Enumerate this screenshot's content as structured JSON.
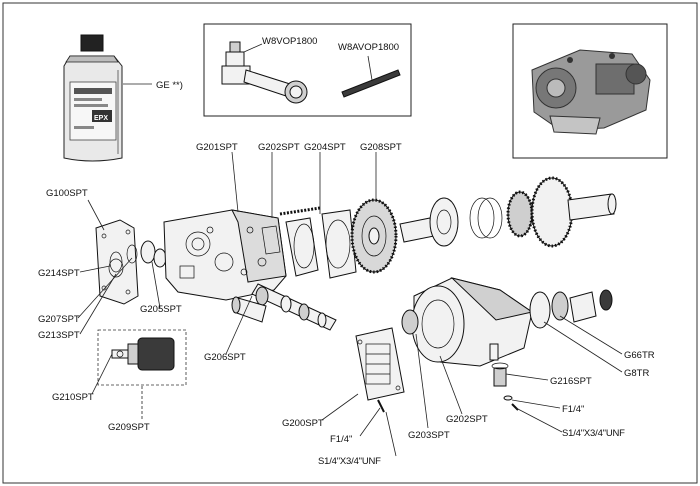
{
  "labels": {
    "ge": "GE **)",
    "w8vop1800": "W8VOP1800",
    "w8avop1800": "W8AVOP1800",
    "g201spt": "G201SPT",
    "g202spt_top": "G202SPT",
    "g204spt": "G204SPT",
    "g208spt": "G208SPT",
    "g100spt": "G100SPT",
    "g214spt": "G214SPT",
    "g207spt": "G207SPT",
    "g213spt": "G213SPT",
    "g205spt": "G205SPT",
    "g206spt": "G206SPT",
    "g210spt": "G210SPT",
    "g209spt": "G209SPT",
    "g200spt": "G200SPT",
    "f14_left": "F1/4\"",
    "s14_left": "S1/4\"X3/4\"UNF",
    "g203spt": "G203SPT",
    "g202spt_bottom": "G202SPT",
    "g216spt": "G216SPT",
    "f14_right": "F1/4\"",
    "s14_right": "S1/4\"X3/4\"UNF",
    "g66tr": "G66TR",
    "g8tr": "G8TR"
  },
  "bottle": {
    "brand": "EPX"
  }
}
